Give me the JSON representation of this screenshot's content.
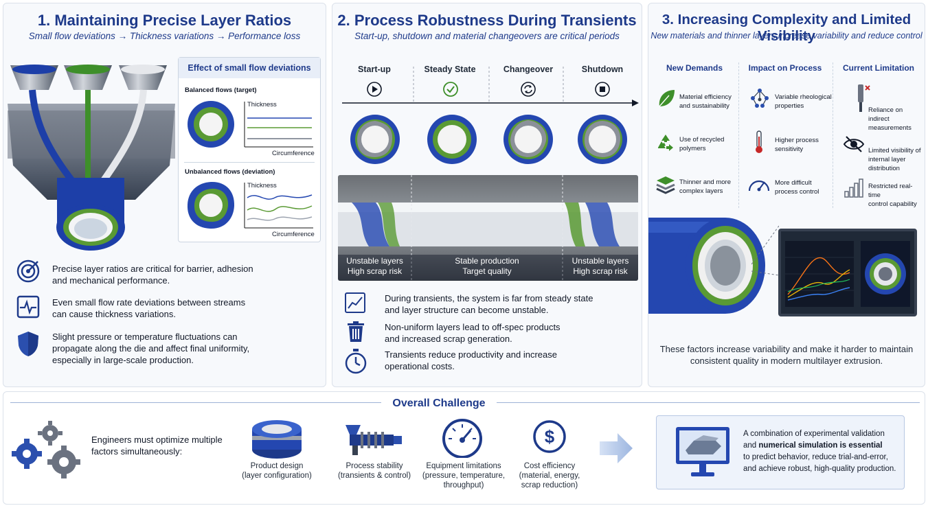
{
  "panel1": {
    "title": "1. Maintaining Precise Layer Ratios",
    "subtitle": "Small flow deviations → Thickness variations → Performance loss",
    "inset": {
      "title": "Effect of small flow deviations",
      "balanced": {
        "label": "Balanced flows (target)",
        "y_axis": "Thickness",
        "x_axis": "Circumference"
      },
      "unbalanced": {
        "label": "Unbalanced flows (deviation)",
        "y_axis": "Thickness",
        "x_axis": "Circumference"
      }
    },
    "points": [
      {
        "icon": "target-icon",
        "text1": "Precise layer ratios are critical for barrier, adhesion",
        "text2": "and mechanical performance."
      },
      {
        "icon": "pulse-icon",
        "text1": "Even small flow rate deviations between streams",
        "text2": "can cause thickness variations."
      },
      {
        "icon": "shield-icon",
        "text1": "Slight pressure or temperature fluctuations can",
        "text2": "propagate along the die and affect final uniformity,",
        "text3": "especially in large-scale production."
      }
    ]
  },
  "panel2": {
    "title": "2. Process Robustness During Transients",
    "subtitle": "Start-up, shutdown and material changeovers are critical periods",
    "stages": [
      {
        "label": "Start-up",
        "icon": "play-icon"
      },
      {
        "label": "Steady State",
        "icon": "check-icon"
      },
      {
        "label": "Changeover",
        "icon": "refresh-icon"
      },
      {
        "label": "Shutdown",
        "icon": "stop-icon"
      }
    ],
    "photo_labels": [
      {
        "l1": "Unstable layers",
        "l2": "High scrap risk"
      },
      {
        "l1": "Stable production",
        "l2": "Target quality"
      },
      {
        "l1": "Unstable layers",
        "l2": "High scrap risk"
      }
    ],
    "points": [
      {
        "icon": "trend-chart-icon",
        "text1": "During transients, the system is far from steady state",
        "text2": "and layer structure can become unstable."
      },
      {
        "icon": "trash-icon",
        "text1": "Non-uniform layers lead to off-spec products",
        "text2": "and increased scrap generation."
      },
      {
        "icon": "stopwatch-icon",
        "text1": "Transients reduce productivity and increase",
        "text2": "operational costs."
      }
    ]
  },
  "panel3": {
    "title": "3. Increasing Complexity and Limited Visibility",
    "subtitle": "New materials and thinner layers increase variability and reduce control",
    "columns": [
      {
        "header": "New Demands",
        "items": [
          {
            "icon": "leaf-icon",
            "l1": "Material efficiency",
            "l2": "and sustainability"
          },
          {
            "icon": "recycle-icon",
            "l1": "Use of recycled",
            "l2": "polymers"
          },
          {
            "icon": "layers-icon",
            "l1": "Thinner and more",
            "l2": "complex layers"
          }
        ]
      },
      {
        "header": "Impact on Process",
        "items": [
          {
            "icon": "molecule-icon",
            "l1": "Variable rheological",
            "l2": "properties"
          },
          {
            "icon": "thermometer-icon",
            "l1": "Higher process",
            "l2": "sensitivity"
          },
          {
            "icon": "gauge-icon",
            "l1": "More difficult",
            "l2": "process control"
          }
        ]
      },
      {
        "header": "Current Limitation",
        "items": [
          {
            "icon": "sensor-icon",
            "l1": "Reliance on indirect",
            "l2": "measurements"
          },
          {
            "icon": "eye-off-icon",
            "l1": "Limited visibility of",
            "l2": "internal layer distribution"
          },
          {
            "icon": "bar-chart-icon",
            "l1": "Restricted real-time",
            "l2": "control capability"
          }
        ]
      }
    ],
    "summary1": "These factors increase variability and make it harder to maintain",
    "summary2": "consistent quality in modern multilayer extrusion."
  },
  "bottom": {
    "title": "Overall Challenge",
    "intro1": "Engineers must optimize multiple",
    "intro2": "factors simultaneously:",
    "factors": [
      {
        "icon": "layered-disc-icon",
        "l1": "Product design",
        "l2": "(layer configuration)"
      },
      {
        "icon": "extruder-icon",
        "l1": "Process stability",
        "l2": "(transients & control)"
      },
      {
        "icon": "speedometer-icon",
        "l1": "Equipment limitations",
        "l2": "(pressure, temperature,",
        "l3": "throughput)"
      },
      {
        "icon": "dollar-icon",
        "l1": "Cost efficiency",
        "l2": "(material, energy,",
        "l3": "scrap reduction)"
      }
    ],
    "conclusion": {
      "l1": "A combination of experimental validation",
      "l2a": "and ",
      "l2b": "numerical simulation is essential",
      "l3": "to predict behavior, reduce trial-and-error,",
      "l4": "and achieve robust, high-quality production."
    }
  },
  "colors": {
    "navy": "#1e3a8a",
    "blue": "#2b4fae",
    "green": "#5a9a34",
    "white_core": "#f4f4f4"
  }
}
